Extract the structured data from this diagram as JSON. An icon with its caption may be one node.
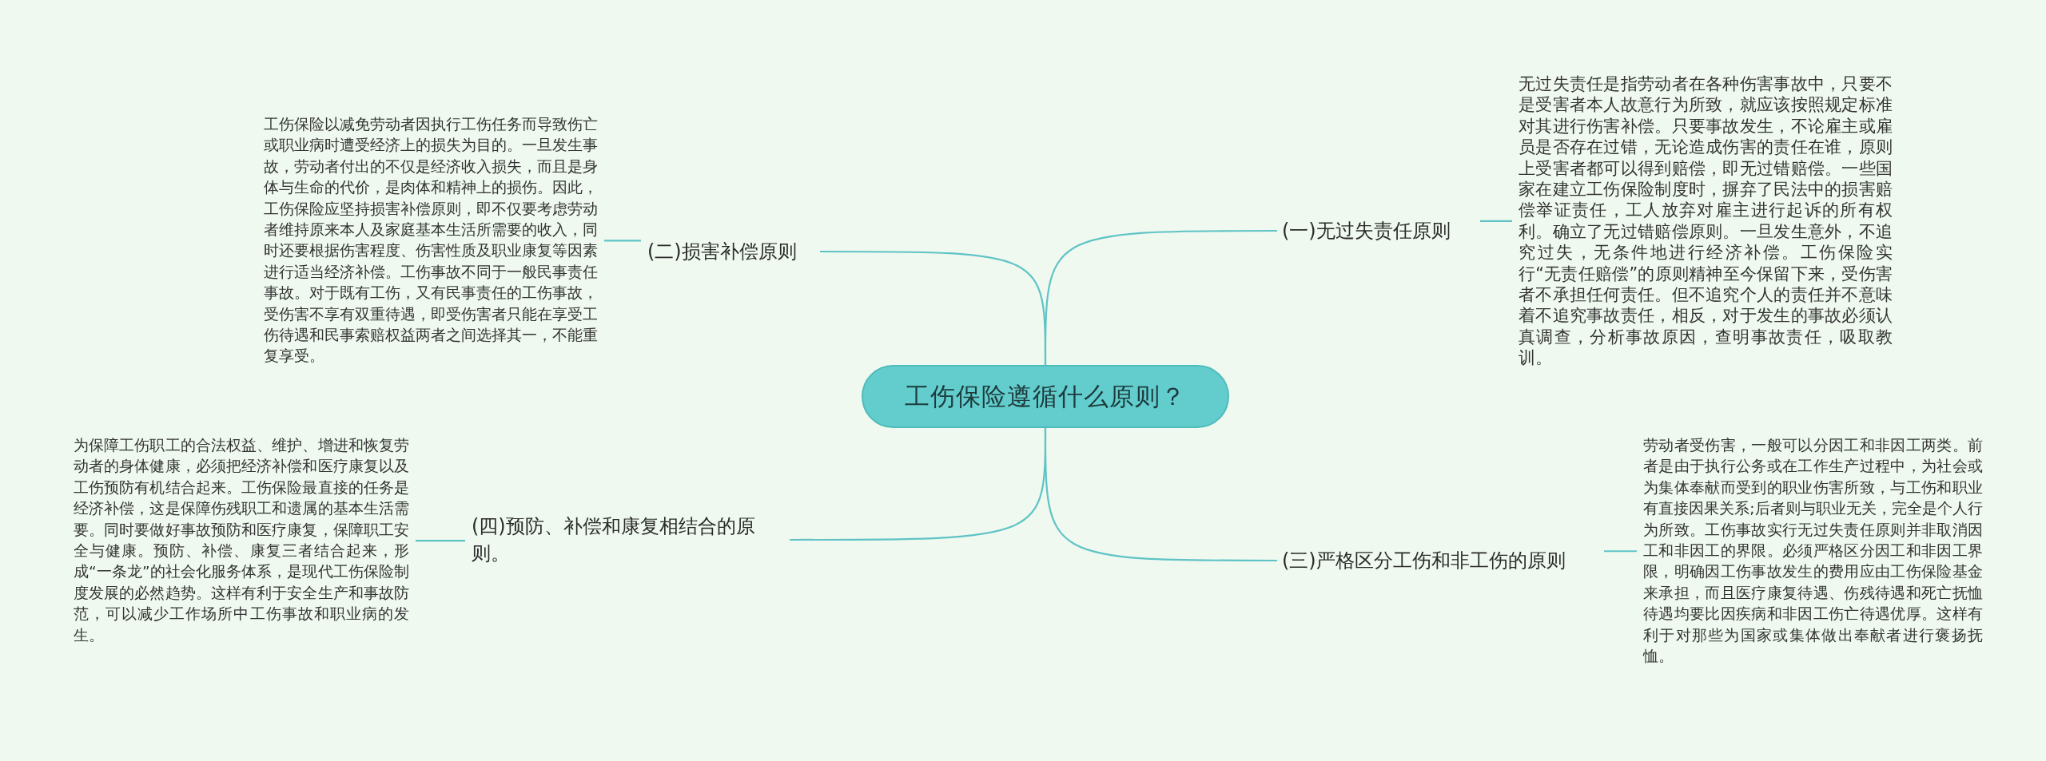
{
  "diagram": {
    "nodes": [
      {
        "text": [
          "工伤保险遵循什么原则？"
        ]
      },
      {
        "text": [
          "(二)损害补偿原则"
        ]
      },
      {
        "text": [
          "工伤保险以减免劳动者因执行工伤任务而导致伤亡或职业病时遭受经济上的损失为目的。一旦发生事故，劳动者付出的不仅是经济收入损失，而且是身体与生命的代价，是肉体和精神上的损伤。因此，工伤保险应坚持损害补偿原则，即不仅要考虑劳动者维持原来本人及家庭基本生活所需要的收入，同时还要根据伤害程度、伤害性质及职业康复等因素进行适当经济补偿。工伤事故不同于一般民事责任事故。对于既有工伤，又有民事责任的工伤事故，受伤害不享有双重待遇，即受伤害者只能在享受工伤待遇和民事索赔权益两者之间选择其一，不能重复享受。"
        ]
      },
      {
        "text": [
          "(一)无过失责任原则"
        ]
      },
      {
        "text": [
          "无过失责任是指劳动者在各种伤害事故中，只要不是受害者本人故意行为所致，就应该按照规定标准对其进行伤害补偿。只要事故发生，不论雇主或雇员是否存在过错，无论造成伤害的责任在谁，原则上受害者都可以得到赔偿，即无过错赔偿。一些国家在建立工伤保险制度时，摒弃了民法中的损害赔偿举证责任，工人放弃对雇主进行起诉的所有权利。确立了无过错赔偿原则。一旦发生意外，不追究过失，无条件地进行经济补偿。工伤保险实行“无责任赔偿”的原则精神至今保留下来，受伤害者不承担任何责任。但不追究个人的责任并不意味着不追究事故责任，相反，对于发生的事故必须认真调查，分析事故原因，查明事故责任，吸取教训。"
        ]
      },
      {
        "text": [
          "(四)预防、补偿和康复相结合的原则。"
        ]
      },
      {
        "text": [
          "为保障工伤职工的合法权益、维护、增进和恢复劳动者的身体健康，必须把经济补偿和医疗康复以及工伤预防有机结合起来。工伤保险最直接的任务是经济补偿，这是保障伤残职工和遗属的基本生活需要。同时要做好事故预防和医疗康复，保障职工安全与健康。预防、补偿、康复三者结合起来，形成“一条龙”的社会化服务体系，是现代工伤保险制度发展的必然趋势。这样有利于安全生产和事故防范，可以减少工作场所中工伤事故和职业病的发生。"
        ]
      },
      {
        "text": [
          "(三)严格区分工伤和非工伤的原则"
        ]
      },
      {
        "text": [
          "劳动者受伤害，一般可以分因工和非因工两类。前者是由于执行公务或在工作生产过程中，为社会或为集体奉献而受到的职业伤害所致，与工伤和职业有直接因果关系;后者则与职业无关，完全是个人行为所致。工伤事故实行无过失责任原则并非取消因工和非因工的界限。必须严格区分因工和非因工界限，明确因工伤事故发生的费用应由工伤保险基金来承担，而且医疗康复待遇、伤残待遇和死亡抚恤待遇均要比因疾病和非因工伤亡待遇优厚。这样有利于对那些为国家或集体做出奉献者进行褒扬抚恤。"
        ]
      }
    ],
    "edges": [
      {
        "from": 0,
        "to": 1,
        "arrow": "none"
      },
      {
        "from": 1,
        "to": 2,
        "arrow": "none"
      },
      {
        "from": 0,
        "to": 3,
        "arrow": "none"
      },
      {
        "from": 3,
        "to": 4,
        "arrow": "none"
      },
      {
        "from": 0,
        "to": 5,
        "arrow": "none"
      },
      {
        "from": 5,
        "to": 6,
        "arrow": "none"
      },
      {
        "from": 0,
        "to": 7,
        "arrow": "none"
      },
      {
        "from": 7,
        "to": 8,
        "arrow": "none"
      }
    ]
  }
}
